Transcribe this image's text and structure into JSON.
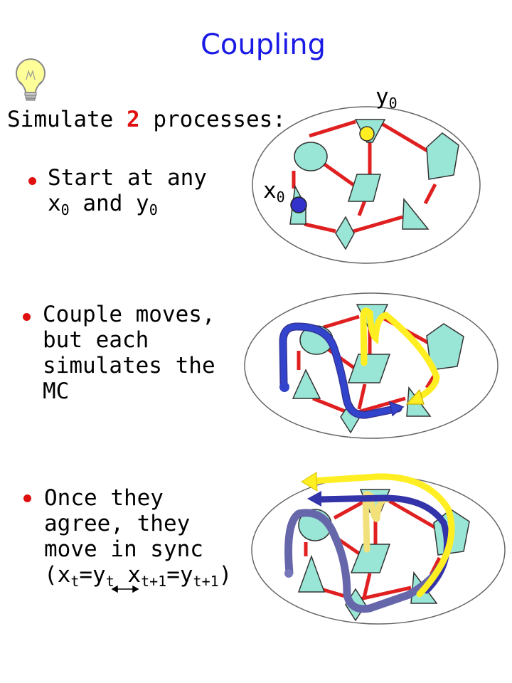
{
  "title": "Coupling",
  "subtitle": {
    "before": "Simulate ",
    "number": "2",
    "after": " processes:"
  },
  "bullets": [
    {
      "lines": [
        "Start at any",
        "x",
        "0",
        " and y",
        "0"
      ]
    },
    {
      "lines": [
        "Couple moves,",
        "but each",
        "simulates the",
        "MC"
      ]
    },
    {
      "lines": [
        "Once they",
        "agree, they",
        "move in sync",
        "(x",
        "t",
        "=y",
        "t",
        " x",
        "t+1",
        "=y",
        "t+1",
        ")"
      ]
    }
  ],
  "graph_labels": {
    "y_var": "y",
    "y_sub": "0",
    "x_var": "x",
    "x_sub": "0"
  },
  "colors": {
    "title": "#1a1ae6",
    "emphasis": "#e01010",
    "edge": "#e02020",
    "node_fill": "#99e6d6",
    "walker_x": "#3333cc",
    "walker_y": "#ffee22",
    "bulb": "#ffff99"
  },
  "icons": [
    "lightbulb-icon",
    "arrow-left-right-icon"
  ]
}
